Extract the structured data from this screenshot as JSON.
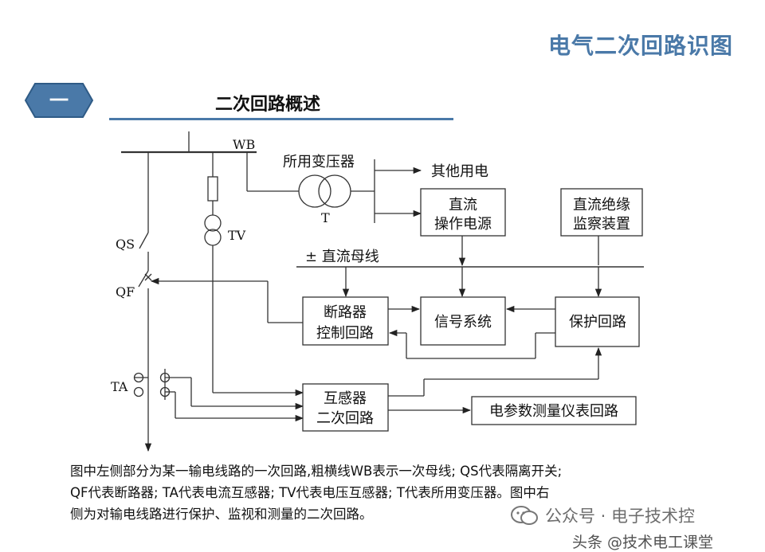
{
  "header": {
    "title": "电气二次回路识图"
  },
  "section": {
    "number": "一",
    "title": "二次回路概述"
  },
  "diagram": {
    "wb_label": "WB",
    "transformer_label": "所用变压器",
    "transformer_t": "T",
    "other_power": "其他用电",
    "dc_power_l1": "直流",
    "dc_power_l2": "操作电源",
    "insulation_l1": "直流绝缘",
    "insulation_l2": "监察装置",
    "dc_bus": "± 直流母线",
    "qs": "QS",
    "qf": "QF",
    "tv": "TV",
    "ta": "TA",
    "breaker_ctrl_l1": "断路器",
    "breaker_ctrl_l2": "控制回路",
    "signal_system": "信号系统",
    "protection": "保护回路",
    "transformer2_l1": "互感器",
    "transformer2_l2": "二次回路",
    "metering": "电参数测量仪表回路"
  },
  "caption": {
    "line1": "图中左侧部分为某一输电线路的一次回路,粗横线WB表示一次母线; QS代表隔离开关;",
    "line2": "QF代表断路器; TA代表电流互感器; TV代表电压互感器; T代表所用变压器。图中右",
    "line3": "侧为对输电线路进行保护、监视和测量的二次回路。"
  },
  "watermark": {
    "text": "公众号 · 电子技术控",
    "bottom": "头条 @技术电工课堂"
  }
}
